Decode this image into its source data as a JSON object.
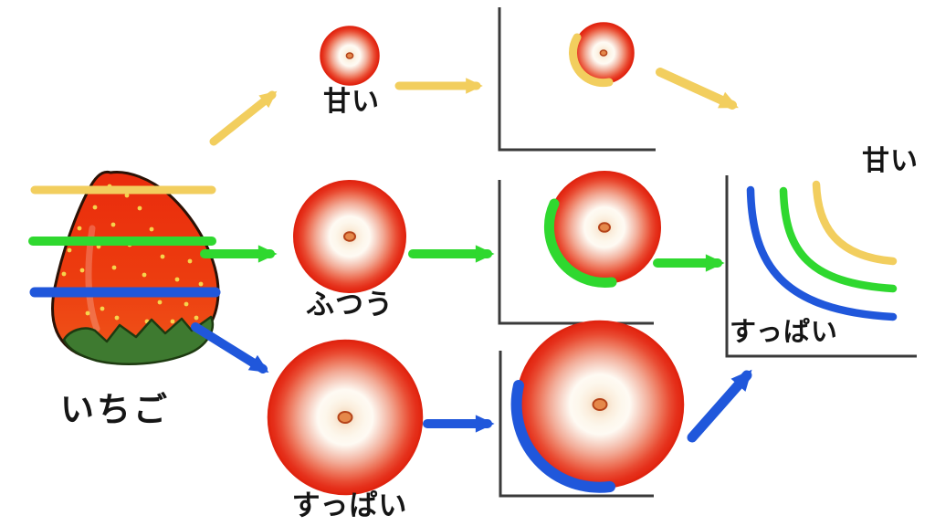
{
  "fruit": {
    "label": "いちご"
  },
  "slices": [
    {
      "id": "sweet",
      "label": "甘い",
      "color": "#F2CE5E"
    },
    {
      "id": "normal",
      "label": "ふつう",
      "color": "#2FD82F"
    },
    {
      "id": "sour",
      "label": "すっぱい",
      "color": "#2057DB"
    }
  ],
  "final_chart": {
    "sweet_label": "甘い",
    "sour_label": "すっぱい",
    "curves": [
      {
        "series": "甘い",
        "color": "#F2CE5E",
        "position": "outer-top-right"
      },
      {
        "series": "ふつう",
        "color": "#2FD82F",
        "position": "middle"
      },
      {
        "series": "すっぱい",
        "color": "#2057DB",
        "position": "inner-bottom-left"
      }
    ]
  },
  "colors": {
    "axis": "#3a3a3a",
    "ink": "#151515",
    "berry_red": "#E8330F"
  }
}
